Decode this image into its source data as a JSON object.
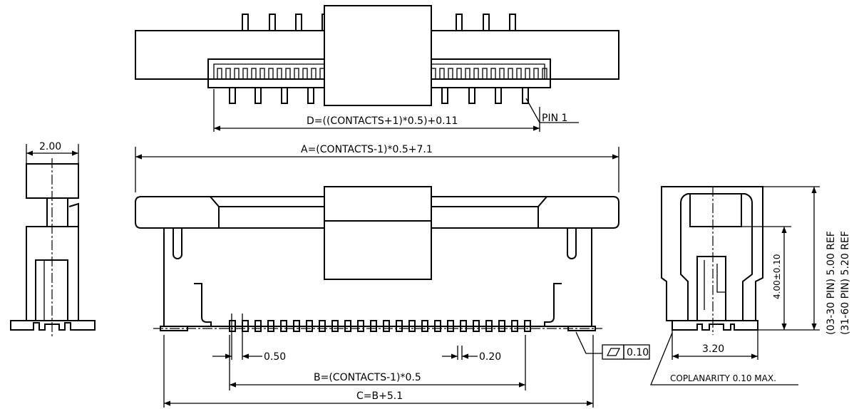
{
  "dimensions": {
    "d_formula": "D=((CONTACTS+1)*0.5)+0.11",
    "pin_label": "PIN 1",
    "a_formula": "A=(CONTACTS-1)*0.5+7.1",
    "b_formula": "B=(CONTACTS-1)*0.5",
    "c_formula": "C=B+5.1",
    "pitch": "0.50",
    "contact_width": "0.20",
    "side_width": "2.00",
    "depth": "3.20",
    "height": "4.00±0.10",
    "ref_short": "(03-30 PIN) 5.00 REF",
    "ref_long": "(31-60 PIN) 5.20 REF"
  },
  "tolerance": {
    "flatness_value": "0.10",
    "coplanarity": "COPLANARITY 0.10 MAX."
  }
}
